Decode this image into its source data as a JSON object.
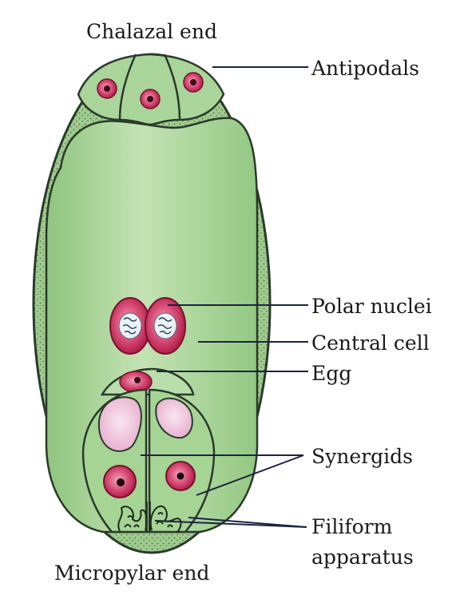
{
  "labels": {
    "chalazal_end": "Chalazal end",
    "micropylar_end": "Micropylar end",
    "antipodals": "Antipodals",
    "polar_nuclei": "Polar nuclei",
    "central_cell": "Central cell",
    "egg": "Egg",
    "synergids": "Synergids",
    "filiform_line1": "Filiform",
    "filiform_line2": "apparatus"
  },
  "colors": {
    "wall": "#9fcb8f",
    "wall_stipple": "#4f6b43",
    "outline": "#2a3a2a",
    "central_cell": "#b8dca8",
    "central_cell_deep": "#8fc47e",
    "nucleus": "#c2204f",
    "nucleus_light": "#f2a7bd",
    "vacuole": "#f0c8e0",
    "leader_line": "#1b2340"
  }
}
